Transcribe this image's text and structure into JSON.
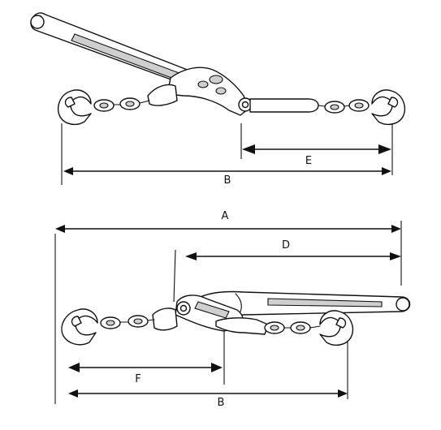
{
  "labels": {
    "A": "A",
    "B_top": "B",
    "B_bottom": "B",
    "D": "D",
    "E": "E",
    "F": "F"
  }
}
